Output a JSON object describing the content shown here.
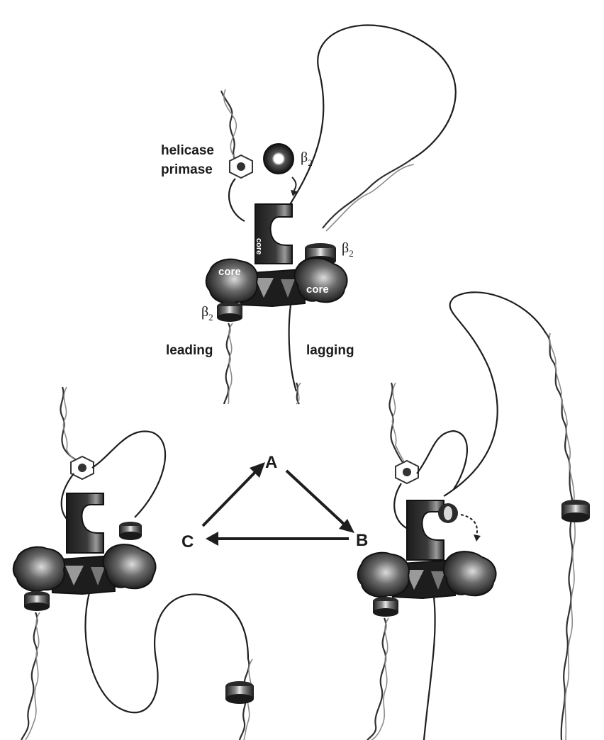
{
  "labels": {
    "helicase": "helicase",
    "primase": "primase",
    "beta_sym": "β",
    "beta_sub": "2",
    "core": "core",
    "leading": "leading",
    "lagging": "lagging",
    "state_a": "A",
    "state_b": "B",
    "state_c": "C"
  }
}
